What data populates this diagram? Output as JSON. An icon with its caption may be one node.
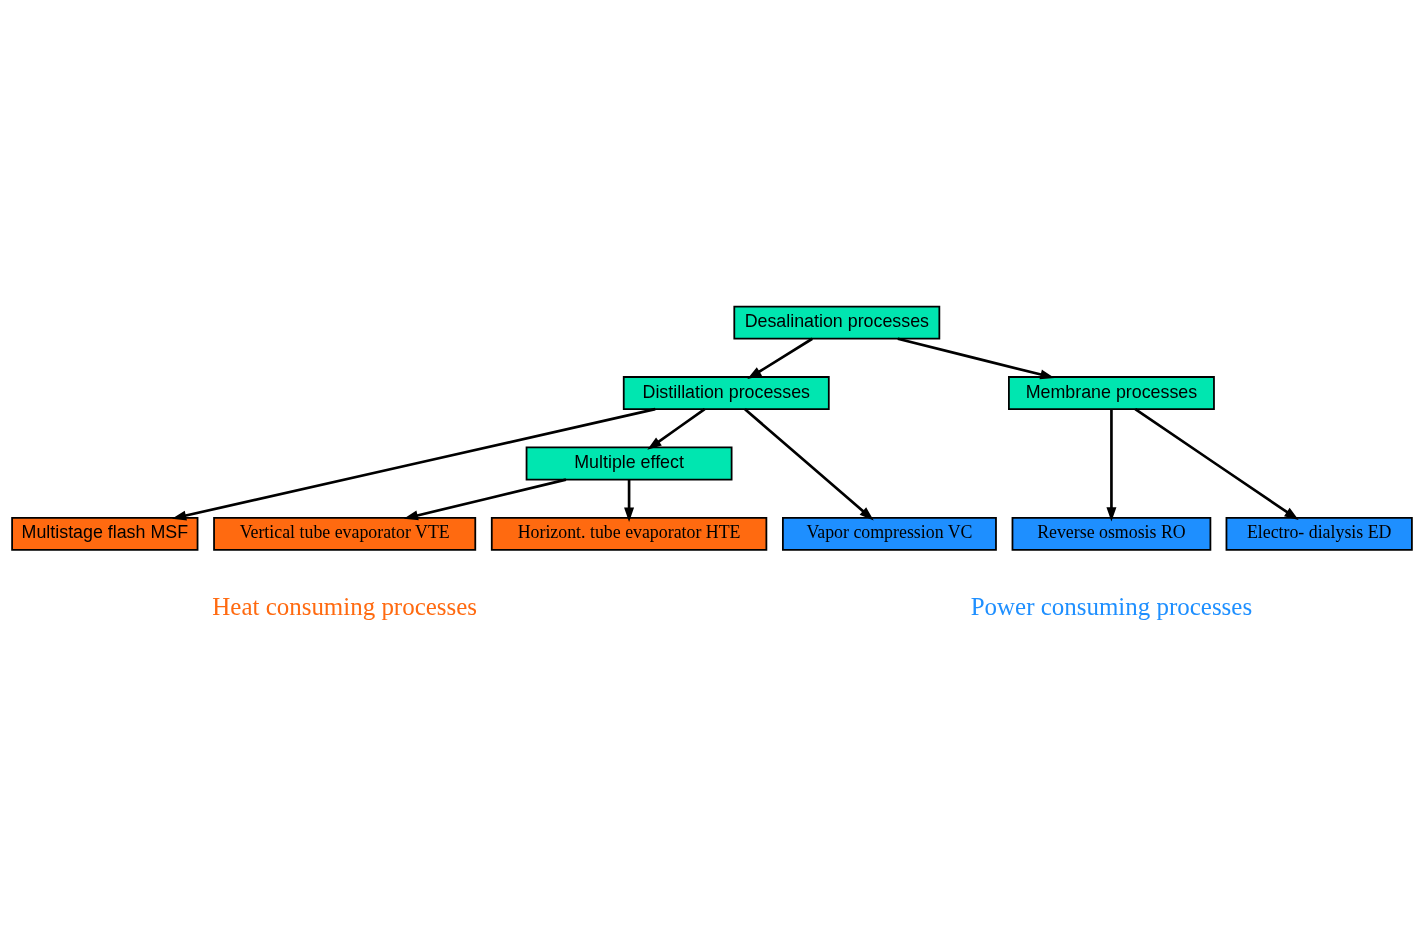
{
  "diagram": {
    "nodes": [
      {
        "text": [
          "Desalination processes"
        ]
      },
      {
        "text": [
          "Distillation processes"
        ]
      },
      {
        "text": [
          "Membrane processes"
        ]
      },
      {
        "text": [
          "Multiple effect"
        ]
      },
      {
        "text": [
          "Multistage flash MSF"
        ]
      },
      {
        "text": [
          "Vertical tube evaporator VTE"
        ]
      },
      {
        "text": [
          "Horizont. tube evaporator HTE"
        ]
      },
      {
        "text": [
          "Vapor compression VC"
        ]
      },
      {
        "text": [
          "Reverse osmosis RO"
        ]
      },
      {
        "text": [
          "Electro- dialysis ED"
        ]
      }
    ],
    "edges": [
      {
        "from": 0,
        "to": 1,
        "arrow": "to"
      },
      {
        "from": 0,
        "to": 2,
        "arrow": "to"
      },
      {
        "from": 1,
        "to": 4,
        "arrow": "to"
      },
      {
        "from": 1,
        "to": 3,
        "arrow": "to"
      },
      {
        "from": 1,
        "to": 7,
        "arrow": "to"
      },
      {
        "from": 3,
        "to": 5,
        "arrow": "to"
      },
      {
        "from": 3,
        "to": 6,
        "arrow": "to"
      },
      {
        "from": 2,
        "to": 8,
        "arrow": "to"
      },
      {
        "from": 2,
        "to": 9,
        "arrow": "to"
      }
    ],
    "labels": [
      "Heat consuming processes",
      "Power consuming processes"
    ]
  }
}
